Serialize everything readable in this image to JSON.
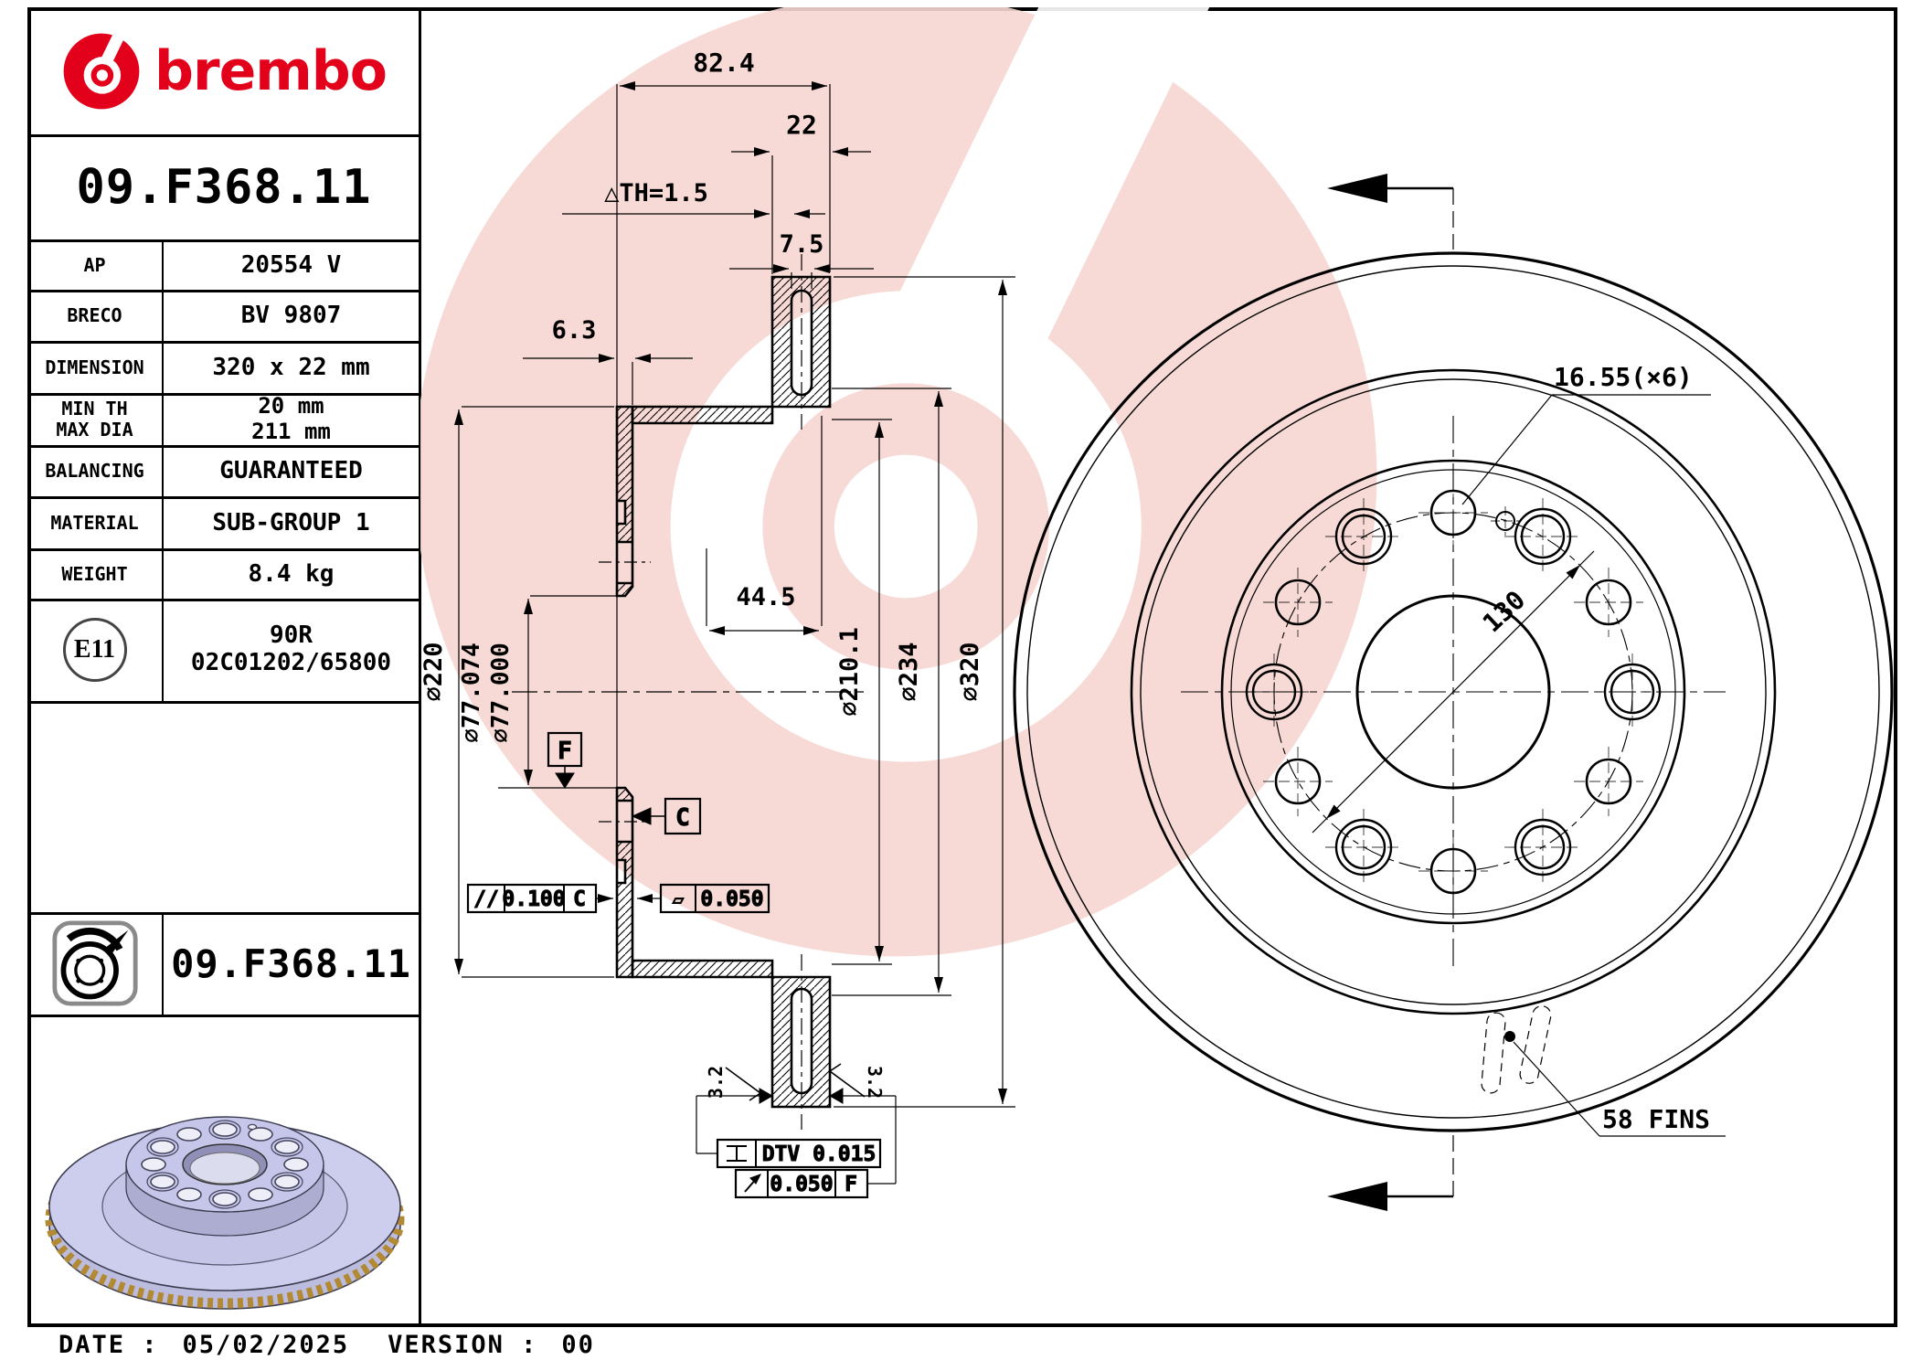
{
  "brand": {
    "name": "brembo",
    "red": "#e2001a",
    "watermark_pink": "#f7d6d2"
  },
  "title_block": {
    "part_number": "09.F368.11",
    "rows": [
      {
        "label": "AP",
        "value": "20554 V"
      },
      {
        "label": "BRECO",
        "value": "BV 9807"
      },
      {
        "label": "DIMENSION",
        "value": "320 x 22 mm"
      },
      {
        "label": "MIN TH",
        "label2": "MAX DIA",
        "value": "20 mm",
        "value2": "211 mm"
      },
      {
        "label": "BALANCING",
        "value": "GUARANTEED"
      },
      {
        "label": "MATERIAL",
        "value": "SUB-GROUP 1"
      },
      {
        "label": "WEIGHT",
        "value": "8.4 kg"
      }
    ],
    "approval": {
      "badge": "E11",
      "line1": "90R",
      "line2": "02C01202/65800"
    },
    "footer_part_number": "09.F368.11"
  },
  "footer": {
    "date_label": "DATE :",
    "date": "05/02/2025",
    "version_label": "VERSION :",
    "version": "00"
  },
  "section_view": {
    "dim_width": "82.4",
    "dim_thickness": "22",
    "dim_th": "△TH=1.5",
    "dim_vane_gap": "7.5",
    "dim_wall": "6.3",
    "dim_offset": "44.5",
    "dia_220": "⌀220",
    "dia_77a": "⌀77.074",
    "dia_77b": "⌀77.000",
    "dia_210": "⌀210.1",
    "dia_234": "⌀234",
    "dia_320": "⌀320",
    "datum_f": "F",
    "datum_c": "C",
    "tol_parallel_sym": "//",
    "tol_parallel_val": "0.100",
    "tol_parallel_ref": "C",
    "tol_flat_sym": "▱",
    "tol_flat_val": "0.050",
    "tol_dtv": "DTV 0.015",
    "tol_runout_val": "0.050",
    "tol_runout_ref": "F",
    "roughness_left": "3.2",
    "roughness_right": "3.2"
  },
  "front_view": {
    "bolt_holes": "16.55(×6)",
    "bolt_circle": "130",
    "fins": "58 FINS"
  }
}
